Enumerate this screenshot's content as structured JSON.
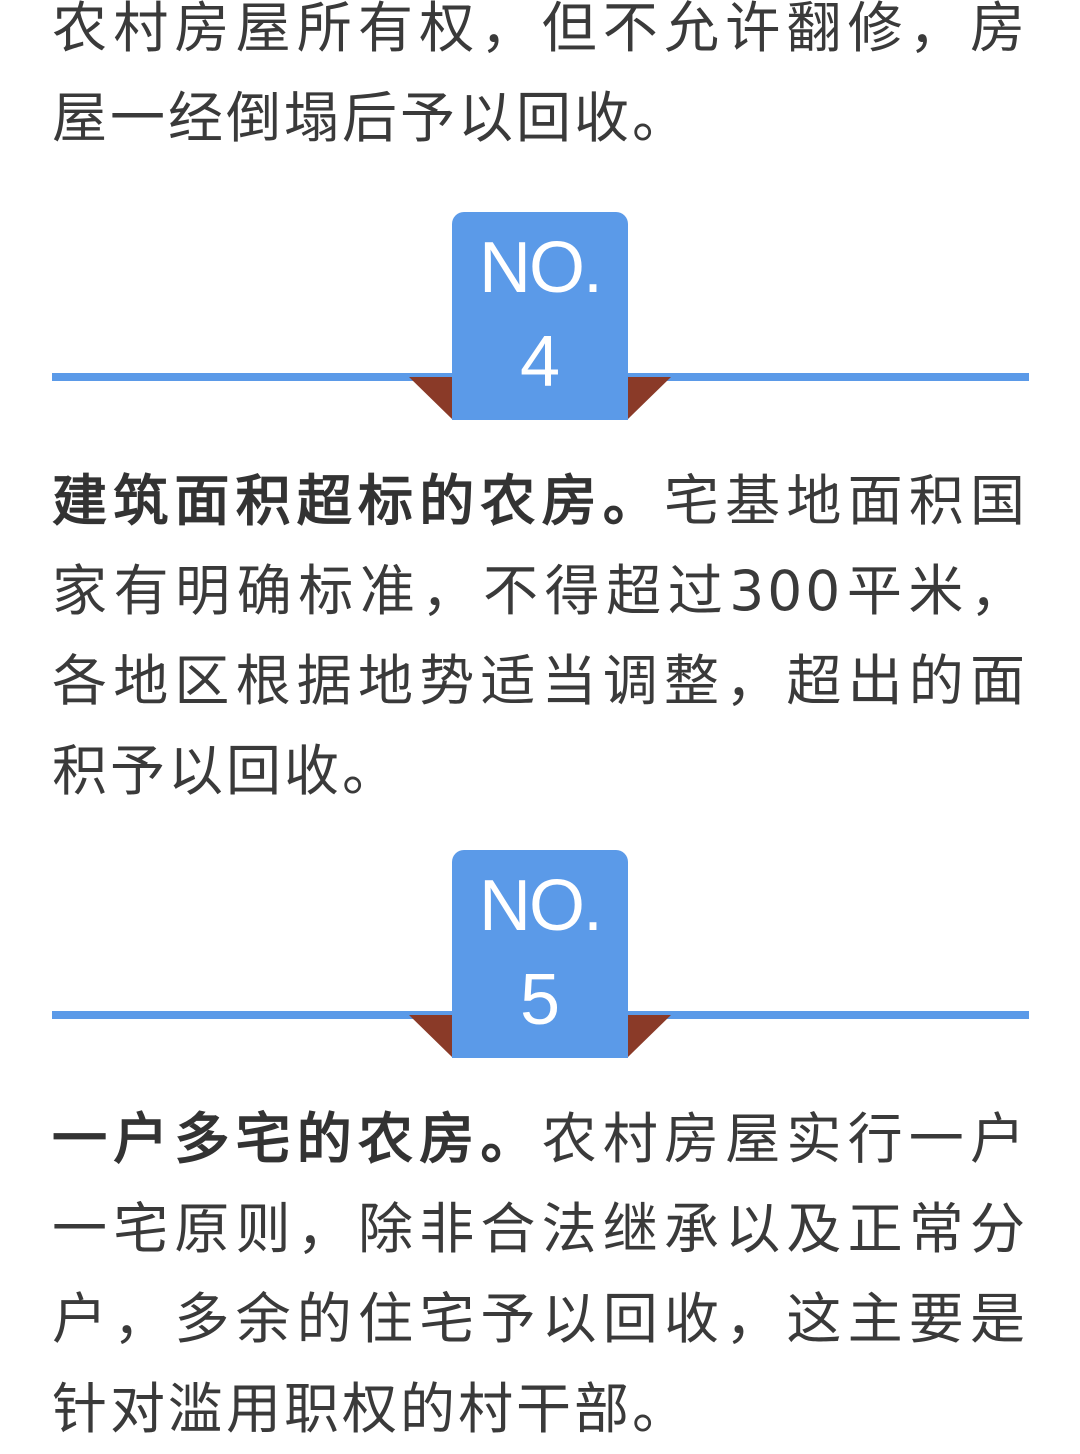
{
  "items": [
    {
      "text": "农村房屋所有权，但不允许翻修，房屋一经倒塌后予以回收。"
    },
    {
      "badge_prefix": "NO.",
      "badge_number": "4",
      "heading": "建筑面积超标的农房。",
      "text": "宅基地面积国家有明确标准，不得超过300平米，各地区根据地势适当调整，超出的面积予以回收。"
    },
    {
      "badge_prefix": "NO.",
      "badge_number": "5",
      "heading": "一户多宅的农房。",
      "text": "农村房屋实行一户一宅原则，除非合法继承以及正常分户，多余的住宅予以回收，这主要是针对滥用职权的村干部。"
    }
  ],
  "colors": {
    "accent_blue": "#5b9ae8",
    "fold_brown": "#8a3a28",
    "text": "#3a3a3a"
  }
}
